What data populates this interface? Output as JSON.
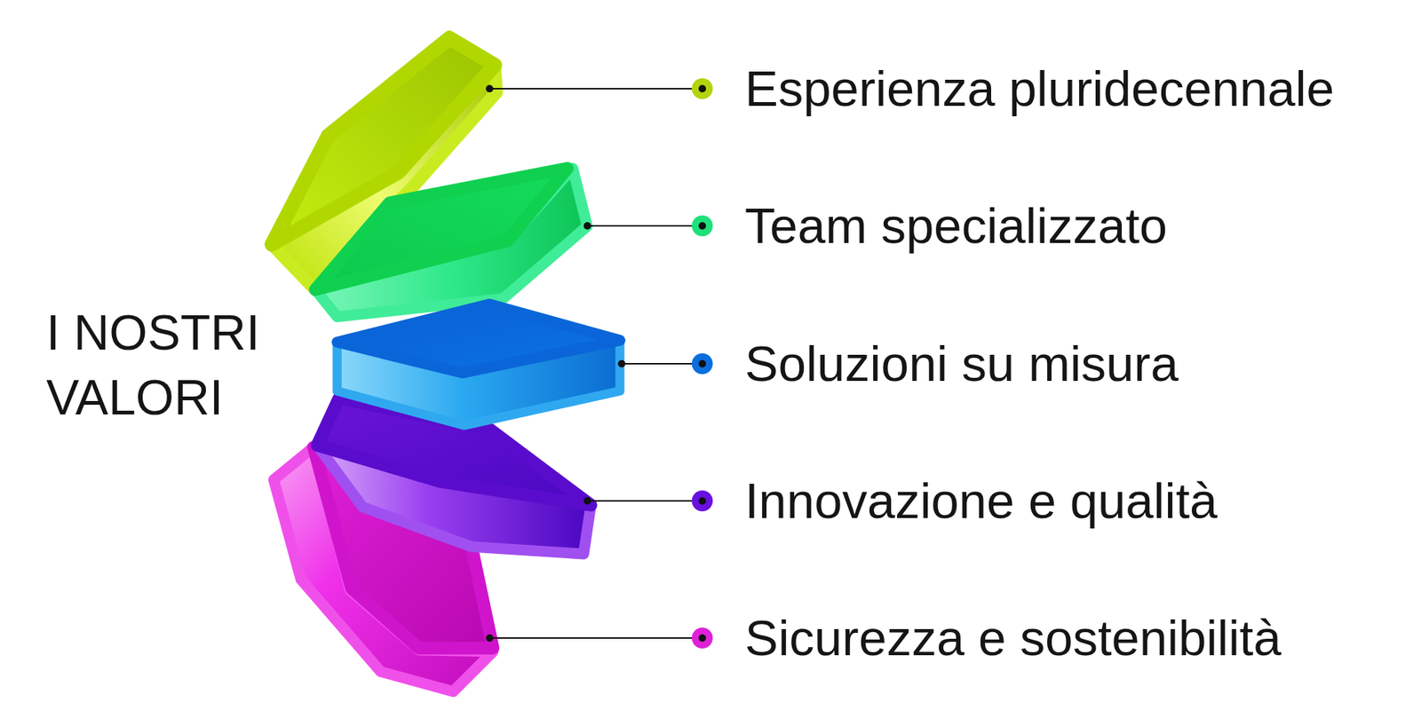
{
  "diagram": {
    "title": "I NOSTRI VALORI",
    "labels": [
      "Esperienza pluridecennale",
      "Team specializzato",
      "Soluzioni su misura",
      "Innovazione e qualità",
      "Sicurezza e sostenibilità"
    ]
  }
}
